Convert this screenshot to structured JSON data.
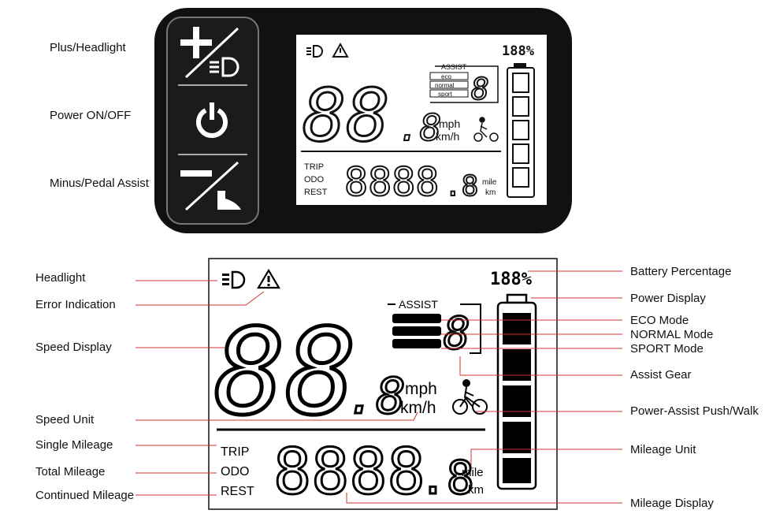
{
  "top_labels": {
    "plus": "Plus/Headlight",
    "power": "Power ON/OFF",
    "minus": "Minus/Pedal Assist"
  },
  "screen": {
    "battery_pct": "188%",
    "assist": "ASSIST",
    "modes": [
      "eco",
      "normal",
      "sport"
    ],
    "gear": "8",
    "speed": "88",
    "speed_decimal": ".8",
    "unit_mph": "mph",
    "unit_kmh": "km/h",
    "trip": "TRIP",
    "odo": "ODO",
    "rest": "REST",
    "mileage": "8888",
    "mileage_decimal": ".8",
    "unit_mile": "mile",
    "unit_km": "km"
  },
  "left_labels": {
    "headlight": "Headlight",
    "error": "Error Indication",
    "speed_display": "Speed Display",
    "speed_unit": "Speed Unit",
    "single": "Single Mileage",
    "total": "Total Mileage",
    "continued": "Continued Mileage"
  },
  "right_labels": {
    "battery_pct": "Battery Percentage",
    "power_display": "Power Display",
    "eco": "ECO Mode",
    "normal": "NORMAL Mode",
    "sport": "SPORT Mode",
    "gear": "Assist Gear",
    "walk": "Power-Assist Push/Walk",
    "mileage_unit": "Mileage Unit",
    "mileage_display": "Mileage Display"
  },
  "colors": {
    "leader": "#d0342c",
    "panel": "#111111",
    "lcd": "#ffffff",
    "segment": "#000000"
  }
}
